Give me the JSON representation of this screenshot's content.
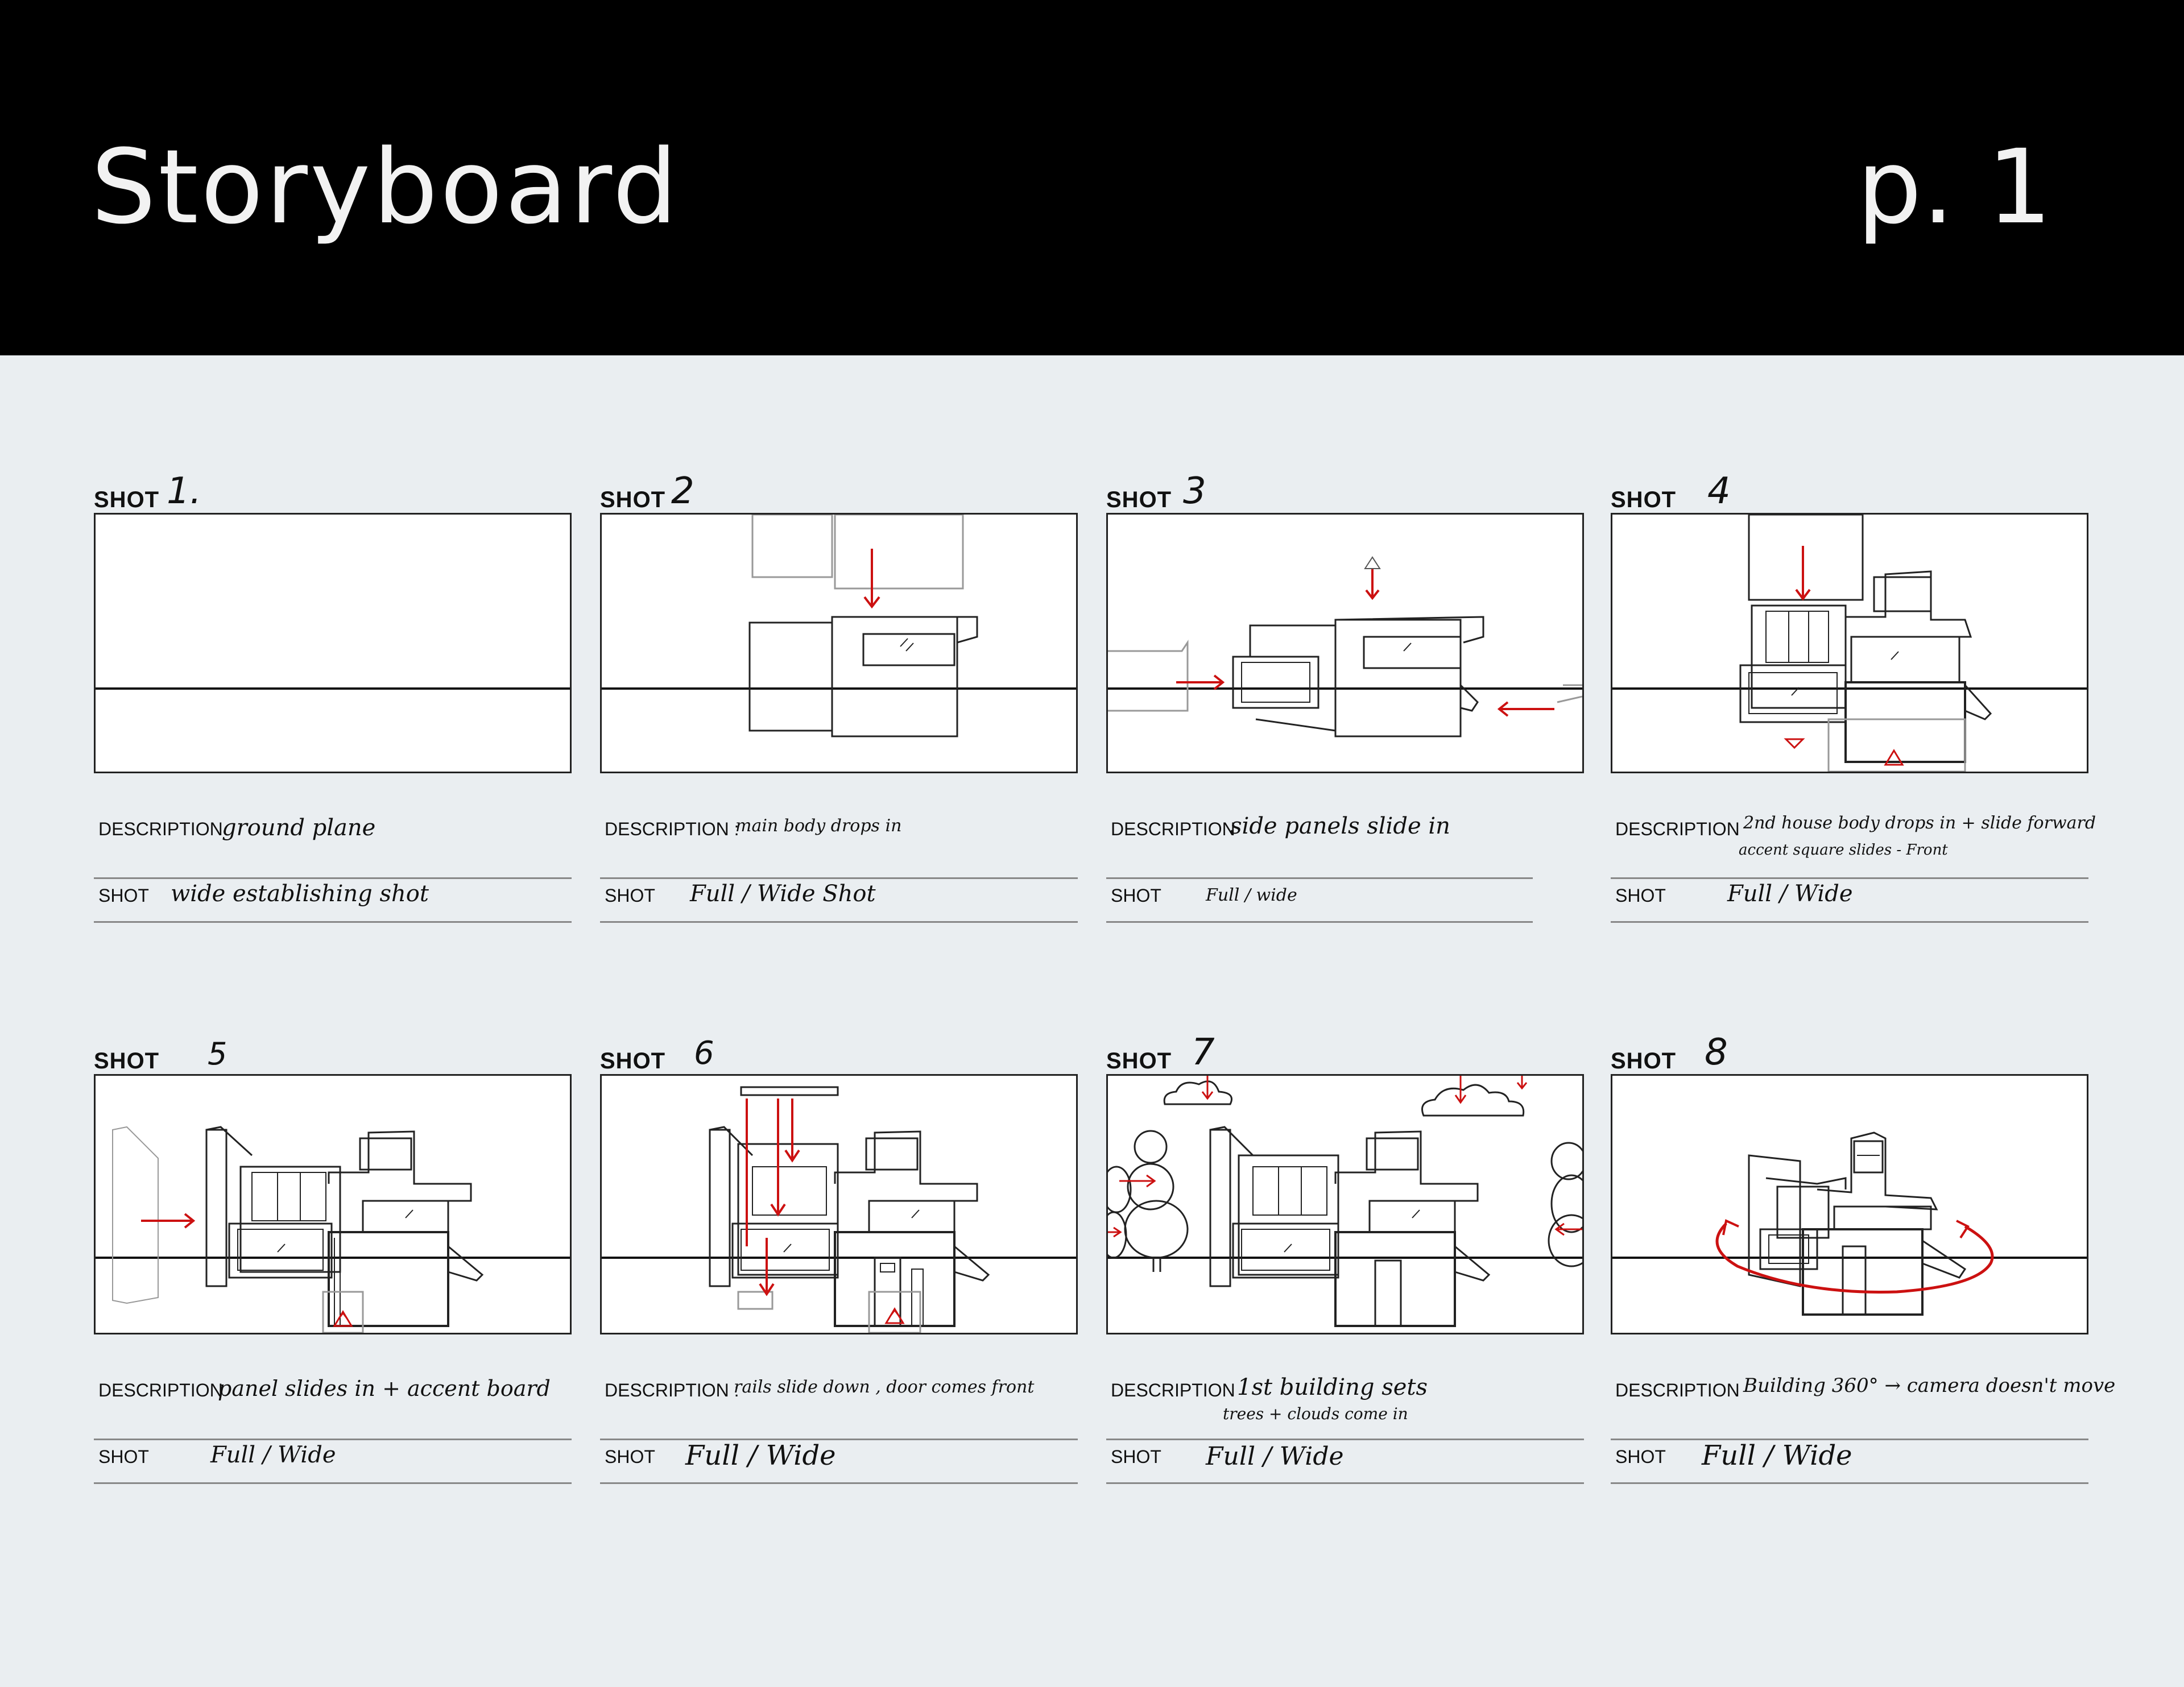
{
  "header": {
    "title": "Storyboard",
    "page": "p. 1"
  },
  "labels": {
    "shot": "SHOT",
    "description": "DESCRIPTION",
    "description_colon": "DESCRIPTION :"
  },
  "colors": {
    "header_bg": "#000000",
    "page_bg": "#eaeef1",
    "sketch": "#222222",
    "arrow": "#cc1111"
  },
  "panels": [
    {
      "number": "1.",
      "description": "ground plane",
      "description_2": "",
      "shot_type": "wide establishing shot"
    },
    {
      "number": "2",
      "description": "main body drops in",
      "description_2": "",
      "shot_type": "Full / Wide Shot"
    },
    {
      "number": "3",
      "description": "side panels slide in",
      "description_2": "",
      "shot_type": "Full / wide"
    },
    {
      "number": "4",
      "description": "2nd house body drops in + slide forward",
      "description_2": "accent square slides - Front",
      "shot_type": "Full / Wide"
    },
    {
      "number": "5",
      "description": "panel slides in + accent board",
      "description_2": "",
      "shot_type": "Full / Wide"
    },
    {
      "number": "6",
      "description": "rails slide down , door comes front",
      "description_2": "",
      "shot_type": "Full / Wide"
    },
    {
      "number": "7",
      "description": "1st building sets",
      "description_2": "trees + clouds come in",
      "shot_type": "Full / Wide"
    },
    {
      "number": "8",
      "description": "Building 360° → camera doesn't move",
      "description_2": "",
      "shot_type": "Full / Wide"
    }
  ]
}
